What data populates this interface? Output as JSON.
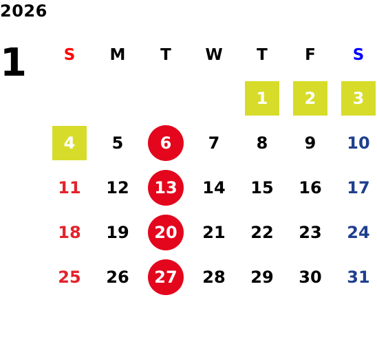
{
  "calendar": {
    "year": "2026",
    "month": "1",
    "weekdays": [
      "S",
      "M",
      "T",
      "W",
      "T",
      "F",
      "S"
    ],
    "weeks": [
      [
        null,
        null,
        null,
        null,
        "1",
        "2",
        "3"
      ],
      [
        "4",
        "5",
        "6",
        "7",
        "8",
        "9",
        "10"
      ],
      [
        "11",
        "12",
        "13",
        "14",
        "15",
        "16",
        "17"
      ],
      [
        "18",
        "19",
        "20",
        "21",
        "22",
        "23",
        "24"
      ],
      [
        "25",
        "26",
        "27",
        "28",
        "29",
        "30",
        "31"
      ]
    ],
    "box_highlighted_days": [
      "1",
      "2",
      "3",
      "4"
    ],
    "circle_highlighted_days": [
      "6",
      "13",
      "20",
      "27"
    ],
    "colors": {
      "sunday_header": "#ff0000",
      "saturday_header": "#0000ff",
      "sunday": "#e3222c",
      "saturday": "#1f3f8e",
      "weekday": "#000000",
      "box_highlight": "#d7dc2a",
      "circle_highlight": "#e3061d",
      "highlight_text": "#ffffff"
    }
  }
}
